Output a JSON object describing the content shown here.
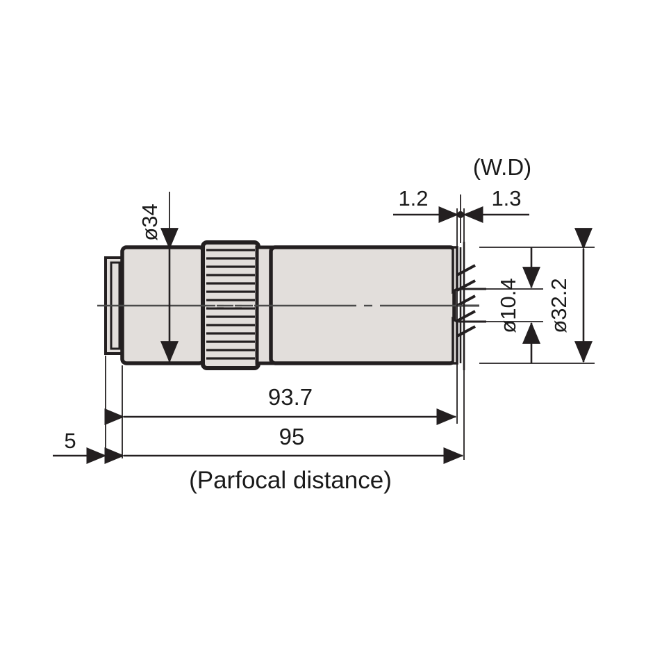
{
  "drawing": {
    "title": "Microscope objective lens outline dimension drawing",
    "units": "mm",
    "body_fill": "#e2dedb",
    "line_color": "#231f20",
    "dimensions": {
      "diameter_body": "ø34",
      "diameter_front_lens": "ø10.4",
      "diameter_front_barrel": "ø32.2",
      "shoulder": "1.2",
      "working_distance": "1.3",
      "working_distance_label": "(W.D)",
      "thread_length": "5",
      "length_to_front": "93.7",
      "parfocal_length": "95",
      "parfocal_label": "(Parfocal distance)"
    },
    "labels": [
      {
        "name": "dia-34",
        "text": "ø34",
        "rotated": true
      },
      {
        "name": "dia-10-4",
        "text": "ø10.4",
        "rotated": true
      },
      {
        "name": "dia-32-2",
        "text": "ø32.2",
        "rotated": true
      },
      {
        "name": "shoulder-1-2",
        "text": "1.2",
        "rotated": false
      },
      {
        "name": "wd-1-3",
        "text": "1.3",
        "rotated": false
      },
      {
        "name": "wd-caption",
        "text": "(W.D)",
        "rotated": false
      },
      {
        "name": "thread-5",
        "text": "5",
        "rotated": false
      },
      {
        "name": "length-93-7",
        "text": "93.7",
        "rotated": false
      },
      {
        "name": "length-95",
        "text": "95",
        "rotated": false
      },
      {
        "name": "parfocal-caption",
        "text": "(Parfocal distance)",
        "rotated": false
      }
    ],
    "parts": [
      {
        "name": "mounting-thread",
        "label": "mounting thread"
      },
      {
        "name": "rear-barrel",
        "label": "rear barrel"
      },
      {
        "name": "knurled-grip",
        "label": "knurled grip ring"
      },
      {
        "name": "main-barrel",
        "label": "main barrel"
      },
      {
        "name": "front-lens-tip",
        "label": "front lens tip"
      },
      {
        "name": "centerline",
        "label": "optical axis centre line"
      }
    ],
    "knurl_band_count": 15
  }
}
